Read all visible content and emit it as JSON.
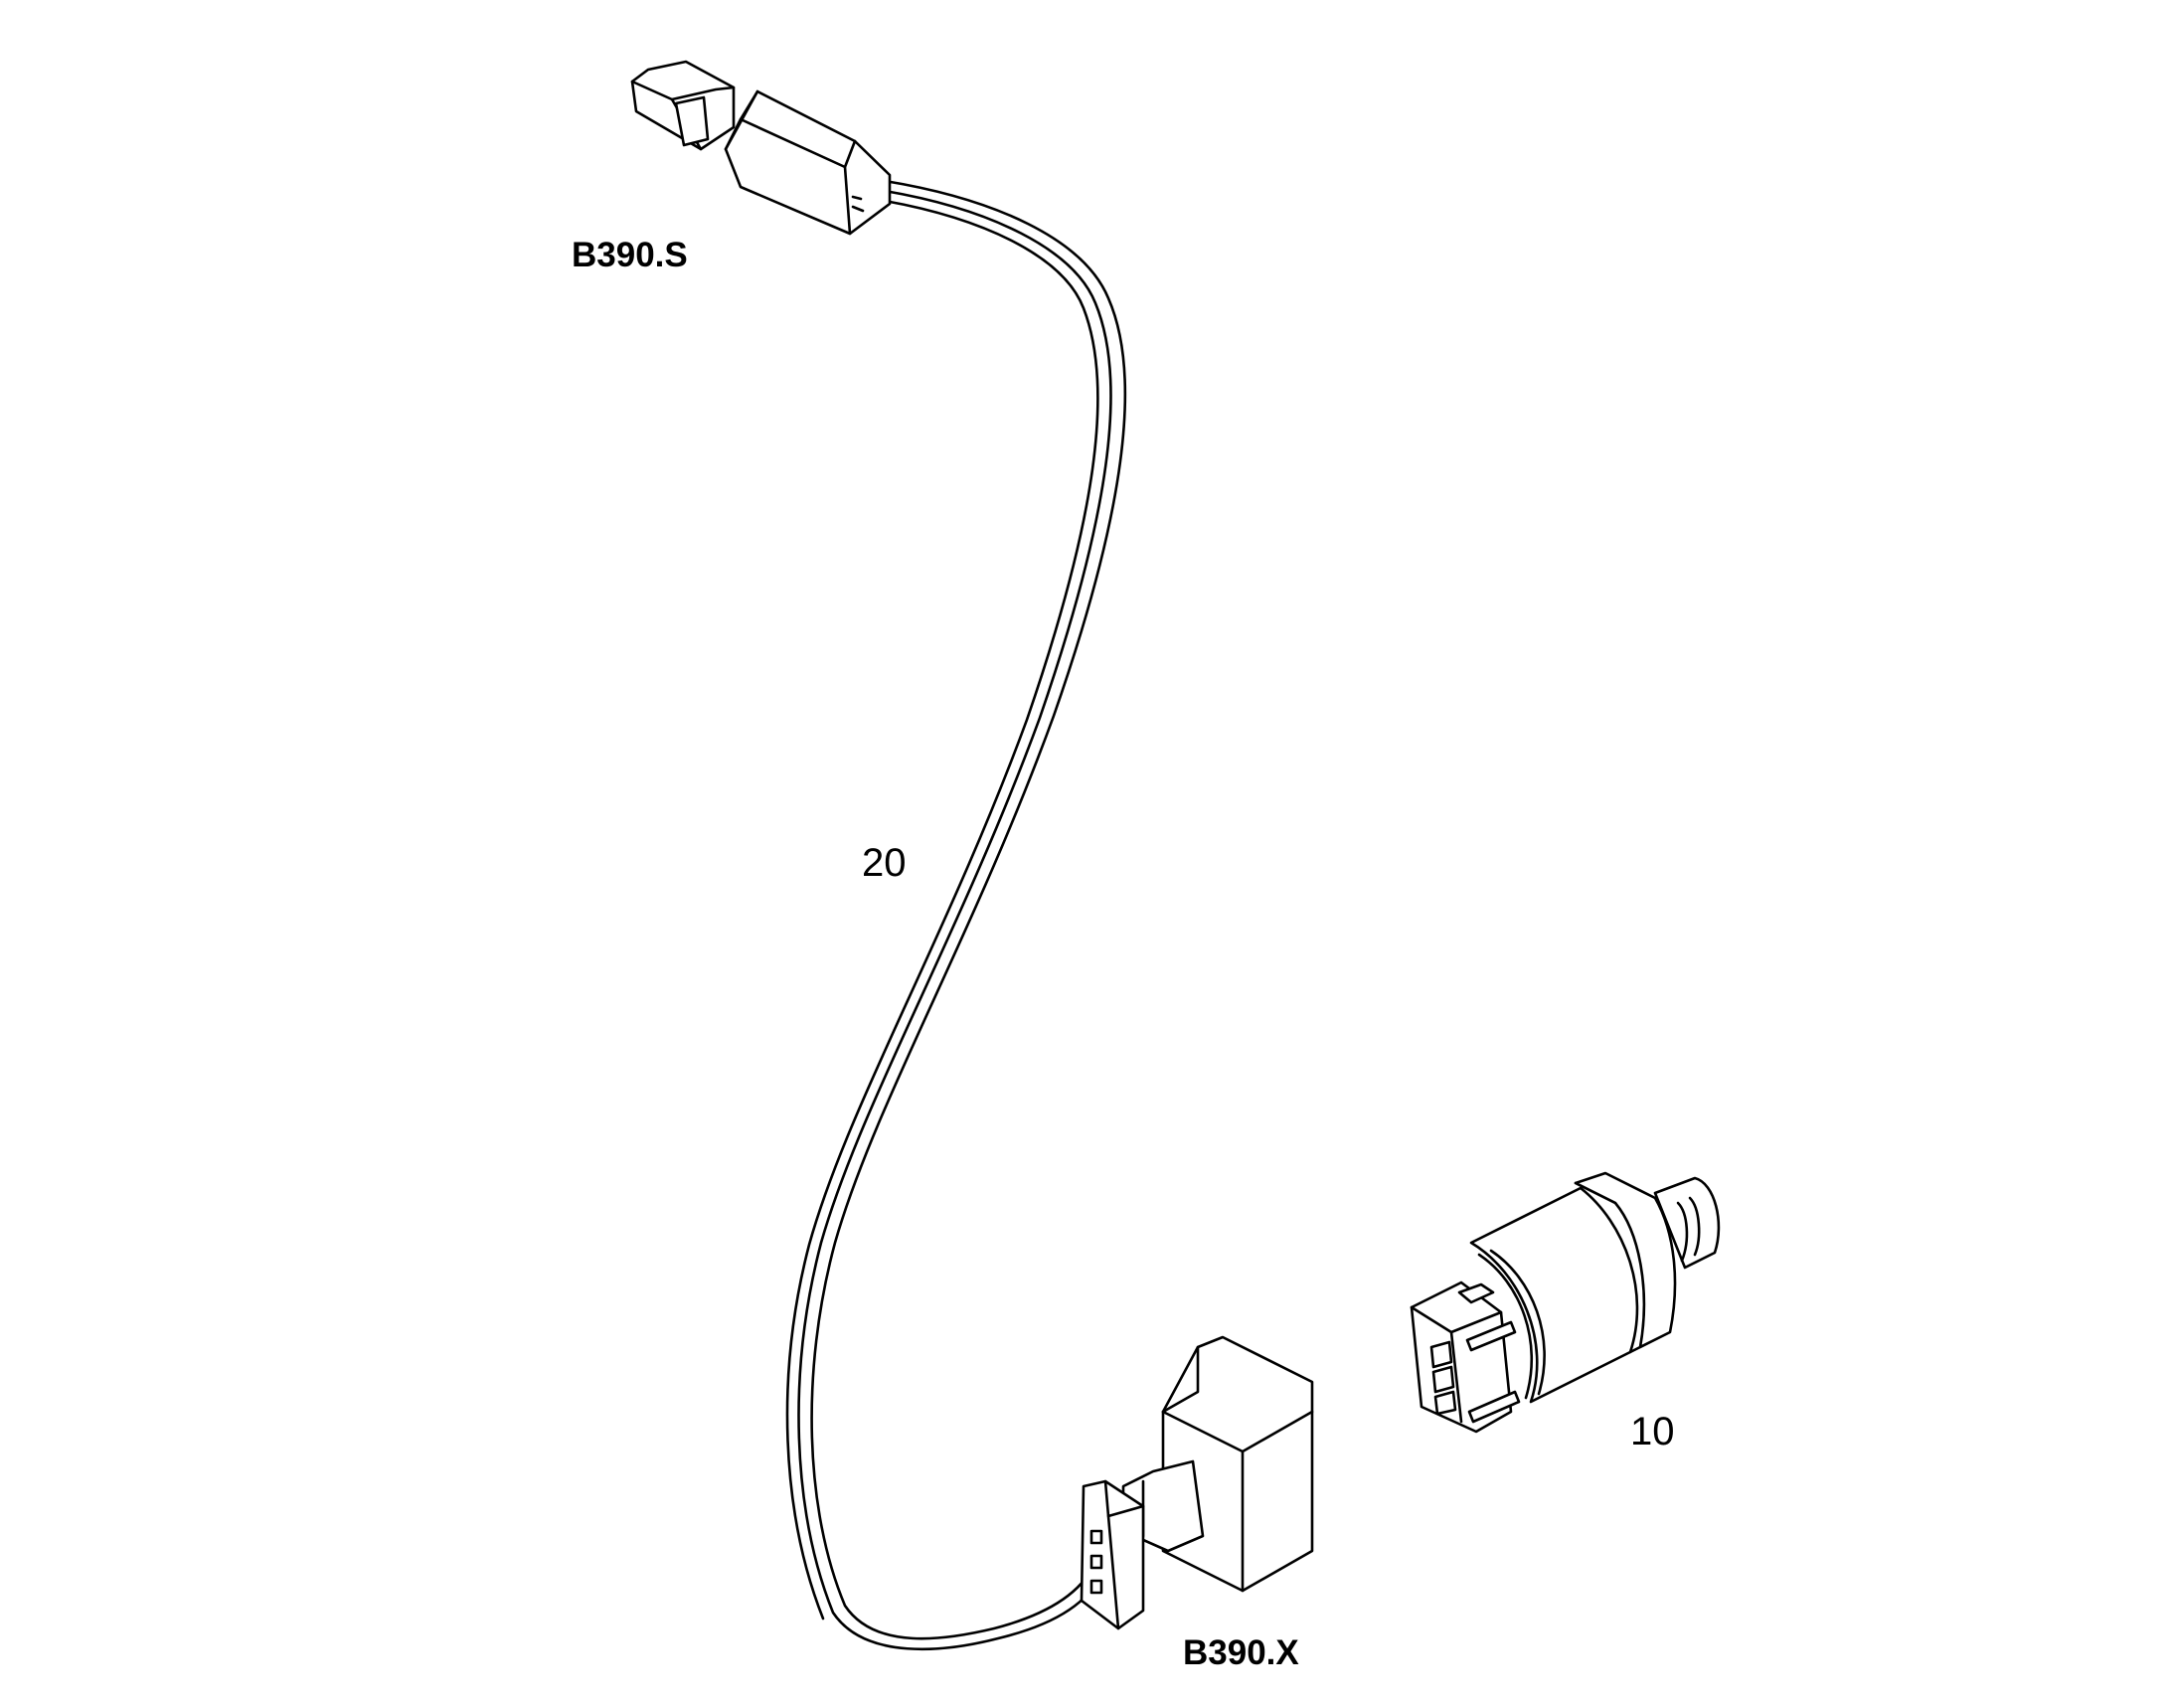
{
  "labels": {
    "connector_top": "B390.S",
    "connector_bottom": "B390.X",
    "cable_item": "20",
    "sensor_item": "10"
  },
  "colors": {
    "line": "#000000",
    "background": "#ffffff"
  }
}
